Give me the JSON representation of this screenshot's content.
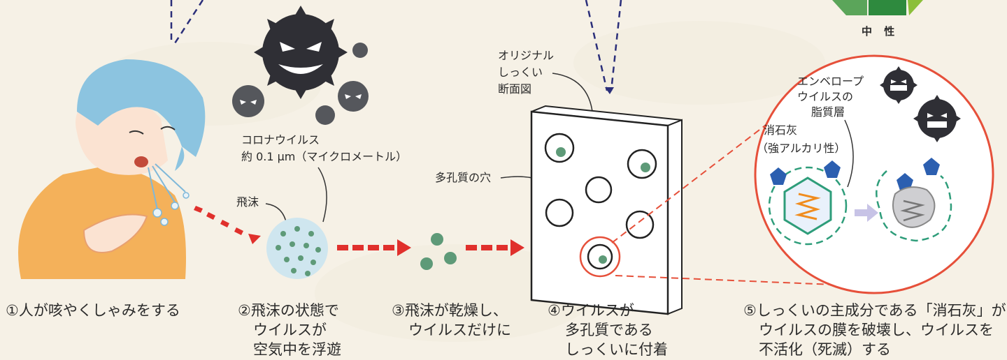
{
  "top_right": {
    "neutral_label": "中 性"
  },
  "labels": {
    "corona_line1": "コロナウイルス",
    "corona_line2": "約 0.1 μm（マイクロメートル）",
    "droplet": "飛沫",
    "porous_hole": "多孔質の穴",
    "original_line1": "オリジナル",
    "original_line2": "しっくい",
    "original_line3": "断面図",
    "envelope_line1": "エンベロープ",
    "envelope_line2": "ウイルスの",
    "envelope_line3": "脂質層",
    "lime_line1": "消石灰",
    "lime_line2": "（強アルカリ性）"
  },
  "steps": [
    {
      "lines": [
        "①人が咳やくしゃみをする"
      ]
    },
    {
      "lines": [
        "②飛沫の状態で",
        "ウイルスが",
        "空気中を浮遊"
      ]
    },
    {
      "lines": [
        "③飛沫が乾燥し、",
        "ウイルスだけに"
      ]
    },
    {
      "lines": [
        "④ウイルスが",
        "多孔質である",
        "しっくいに付着"
      ]
    },
    {
      "lines": [
        "⑤しっくいの主成分である「消石灰」が",
        "ウイルスの膜を破壊し、ウイルスを",
        "不活化（死滅）する"
      ]
    }
  ],
  "colors": {
    "virus_dark": "#2f2f35",
    "virus_gray": "#55575c",
    "droplet_fill": "#cfe6ef",
    "virus_dot": "#5e9a78",
    "arrow_red": "#e0302c",
    "hair": "#8cc4e0",
    "shirt": "#f4b15a",
    "skin": "#fbe3d2",
    "lime_blue": "#2c5fb0",
    "circle_red": "#e6503a",
    "membrane_green": "#2e9d7a"
  }
}
